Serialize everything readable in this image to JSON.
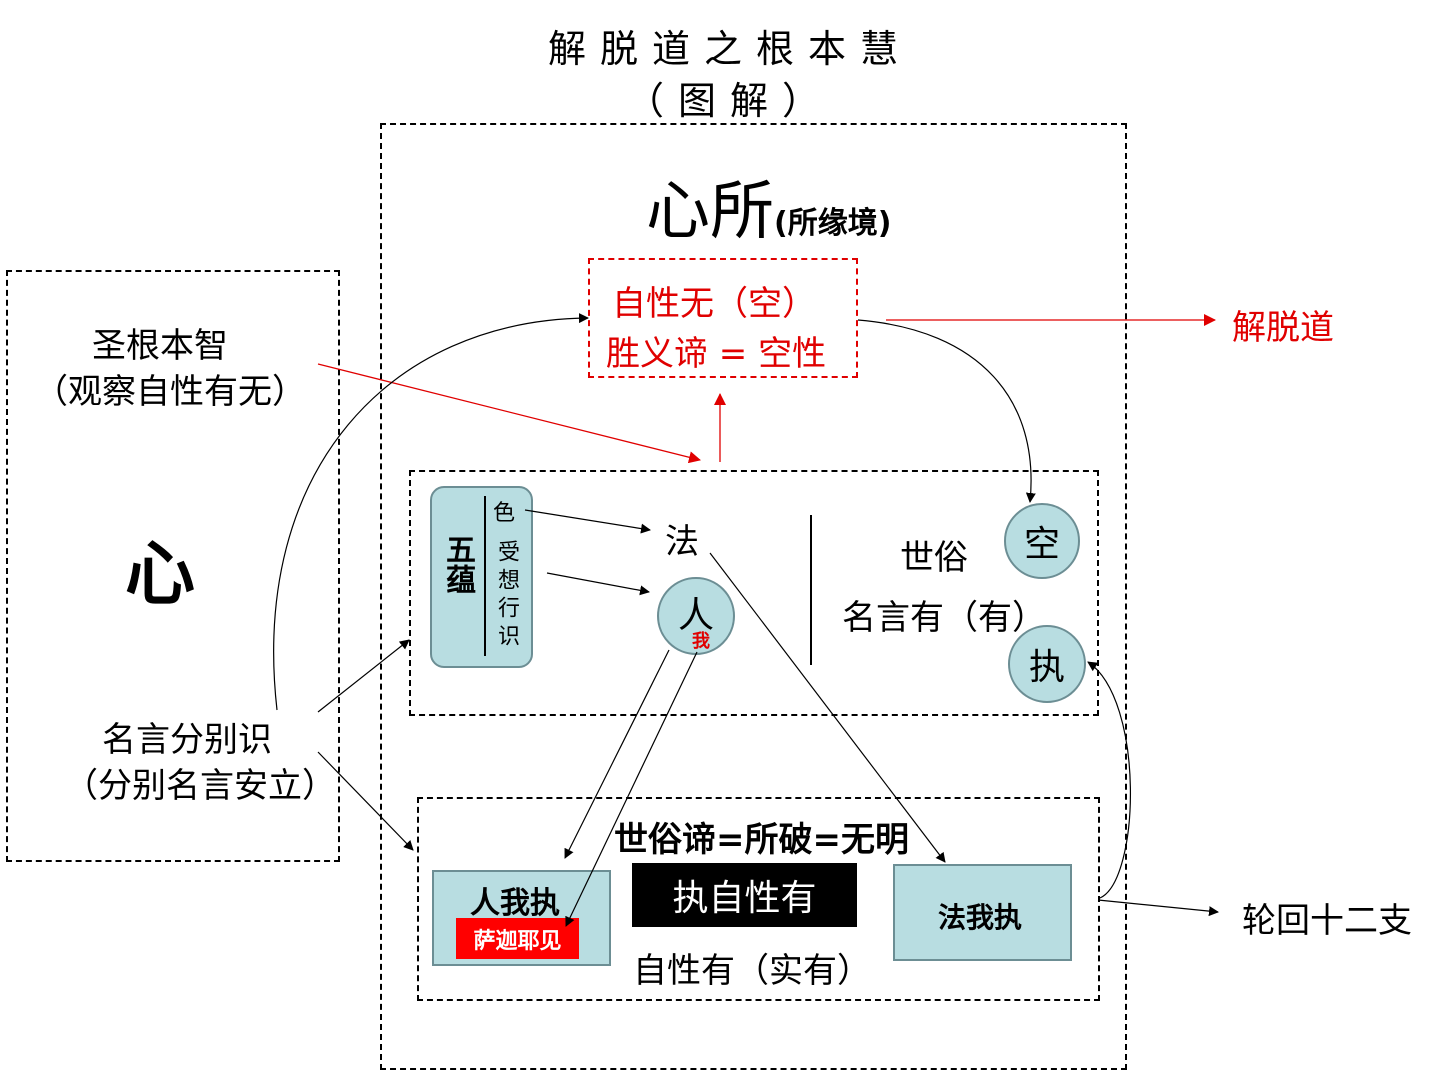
{
  "title": {
    "line1": "解脱道之根本慧",
    "line2": "（图解）"
  },
  "left_panel": {
    "xin": "心",
    "sheng_zhi": "圣根本智",
    "sheng_zhi_sub": "（观察自性有无）",
    "ming_yan": "名言分别识",
    "ming_yan_sub": "（分别名言安立）"
  },
  "xin_suo": {
    "main": "心所",
    "sub": "(所缘境)"
  },
  "ultimate_box": {
    "line1": "自性无（空）",
    "line2": "胜义谛 = 空性"
  },
  "liberation": "解脱道",
  "middle": {
    "wu_yun": "五蕴",
    "se": "色",
    "shou_xiang": "受想行识",
    "fa": "法",
    "ren": "人",
    "wo": "我",
    "shi_su": "世俗",
    "kong": "空",
    "ming_yan_you": "名言有（有）",
    "zhi": "执"
  },
  "lower": {
    "heading": "世俗谛=所破=无明",
    "ren_wo_zhi": "人我执",
    "sajia": "萨迦耶见",
    "zhi_zi_xing": "执自性有",
    "zi_xing_you": "自性有（实有）",
    "fa_wo_zhi": "法我执"
  },
  "lunhui": "轮回十二支",
  "colors": {
    "red": "#e00000",
    "teal_fill": "#b8dde1",
    "teal_border": "#6c8e94"
  }
}
